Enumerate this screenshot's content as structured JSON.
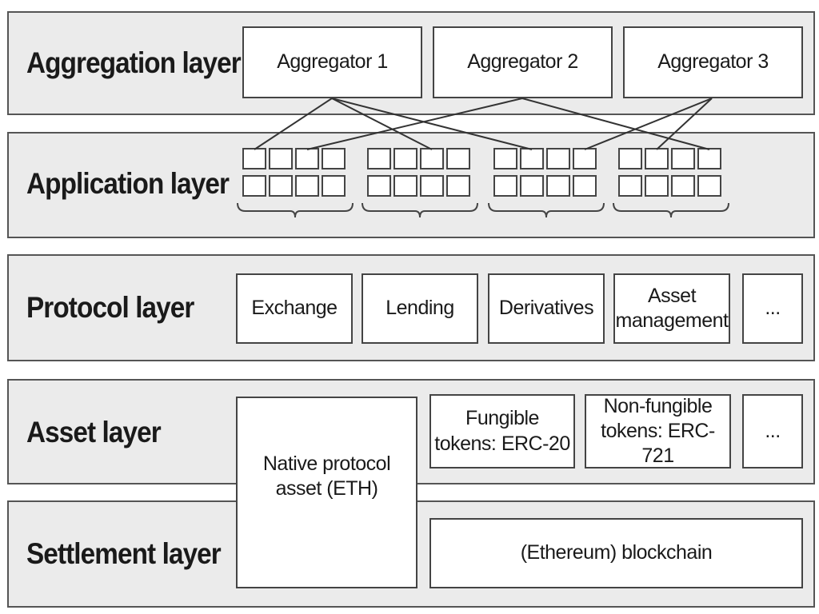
{
  "layers": {
    "aggregation": {
      "title": "Aggregation layer"
    },
    "application": {
      "title": "Application layer"
    },
    "protocol": {
      "title": "Protocol layer"
    },
    "asset": {
      "title": "Asset layer"
    },
    "settlement": {
      "title": "Settlement layer"
    }
  },
  "aggregators": [
    "Aggregator 1",
    "Aggregator 2",
    "Aggregator 3"
  ],
  "protocols": [
    "Exchange",
    "Lending",
    "Derivatives",
    "Asset\nmanagement",
    "..."
  ],
  "assets": {
    "native": "Native protocol\nasset (ETH)",
    "fungible": "Fungible\ntokens: ERC-20",
    "nonfungible": "Non-fungible\ntokens: ERC-721",
    "more": "..."
  },
  "settlement": {
    "blockchain": "(Ethereum) blockchain"
  }
}
